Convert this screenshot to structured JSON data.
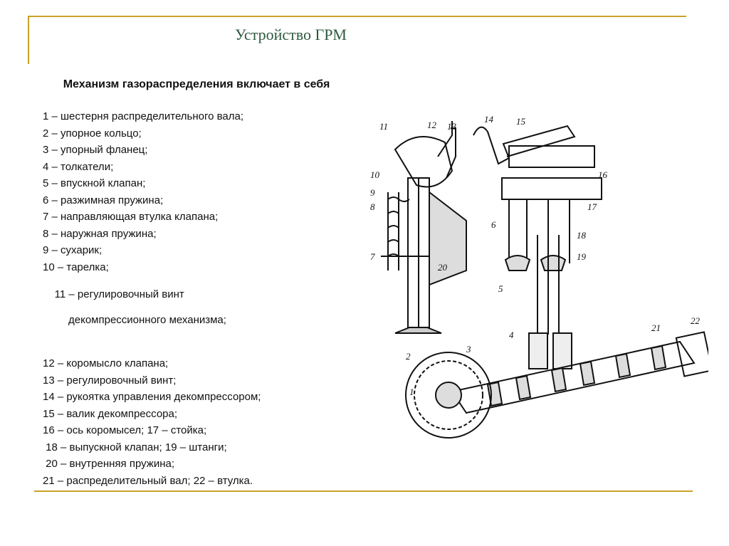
{
  "slide": {
    "title": "Устройство ГРМ",
    "heading": "Механизм газораспределения включает в себя",
    "items": [
      "1 – шестерня распределительного вала;",
      "2 – упорное кольцо;",
      "3 – упорный фланец;",
      "4 – толкатели;",
      "5 – впускной клапан;",
      "6 – разжимная пружина;",
      "7 – направляющая втулка клапана;",
      "8 – наружная пружина;",
      "9 – сухарик;",
      "10 – тарелка;",
      "11 – регулировочный винт",
      "декомпрессионного механизма;",
      "12 – коромысло клапана;",
      "13 – регулировочный винт;",
      "14 – рукоятка управления декомпрессором;",
      "15 – валик декомпрессора;",
      "16 – ось коромысел; 17 – стойка;",
      " 18 – выпускной клапан; 19 – штанги;",
      " 20 – внутренняя пружина;",
      "21 – распределительный вал; 22 – втулка."
    ]
  },
  "diagram": {
    "labels": [
      "1",
      "2",
      "3",
      "4",
      "5",
      "6",
      "7",
      "8",
      "9",
      "10",
      "11",
      "12",
      "13",
      "14",
      "15",
      "16",
      "17",
      "18",
      "19",
      "20",
      "21",
      "22"
    ]
  }
}
